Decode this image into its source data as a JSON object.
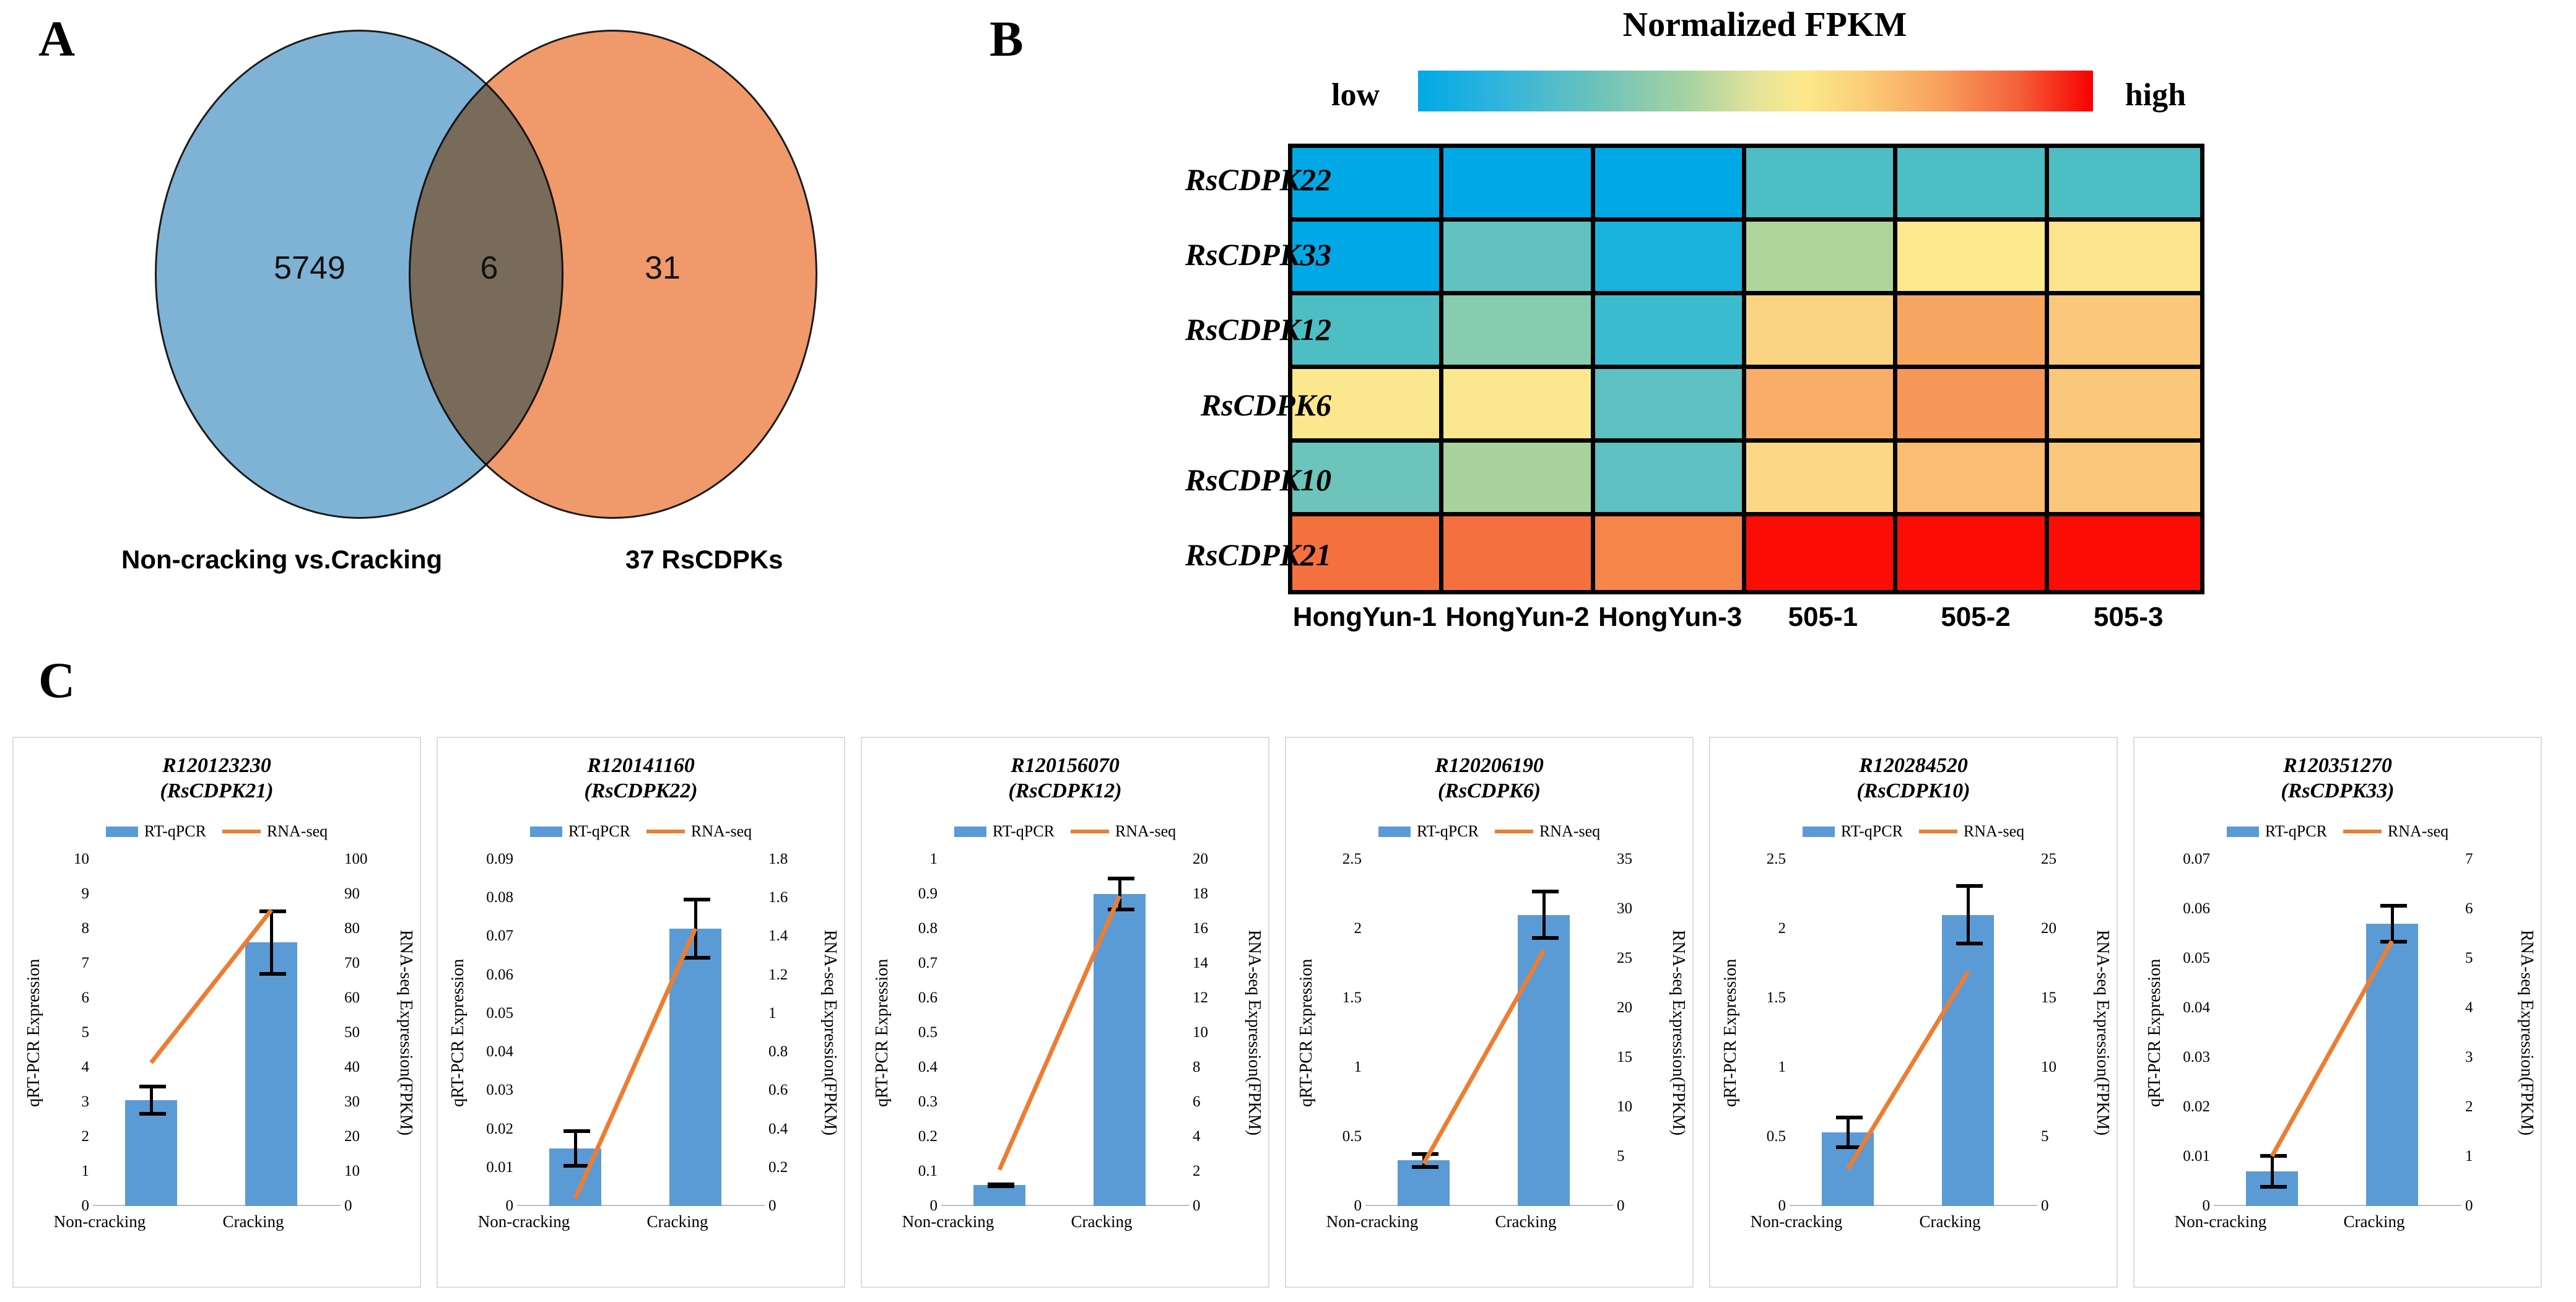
{
  "panels": {
    "a_letter": "A",
    "b_letter": "B",
    "c_letter": "C"
  },
  "panel_a": {
    "type": "venn",
    "left_only": "5749",
    "intersection": "6",
    "right_only": "31",
    "left_caption": "Non-cracking vs.Cracking",
    "right_caption": "37 RsCDPKs",
    "colors": {
      "left": "#7fb3d5",
      "right": "#f0996b",
      "overlap": "#c0805e",
      "outline": "#1b1b1b"
    }
  },
  "panel_b": {
    "title": "Normalized FPKM",
    "legend_low": "low",
    "legend_high": "high",
    "colorbar": [
      "#00a9e6",
      "#6ec3bb",
      "#a6d3a2",
      "#fde98c",
      "#f8a25e",
      "#f80000"
    ],
    "row_labels": [
      "RsCDPK22",
      "RsCDPK33",
      "RsCDPK12",
      "RsCDPK6",
      "RsCDPK10",
      "RsCDPK21"
    ],
    "col_labels": [
      "HongYun-1",
      "HongYun-2",
      "HongYun-3",
      "505-1",
      "505-2",
      "505-3"
    ],
    "cell_colors": [
      [
        "#00a9e6",
        "#00a9e6",
        "#00a9e6",
        "#4dbfc4",
        "#4dbfc4",
        "#4dbfc4"
      ],
      [
        "#00a9e6",
        "#62c2c0",
        "#1ab3dd",
        "#aed49b",
        "#fce88d",
        "#fbe48b"
      ],
      [
        "#4dbfc4",
        "#86ccae",
        "#3bbcce",
        "#fbd483",
        "#f7a661",
        "#fbc87b"
      ],
      [
        "#fbe78d",
        "#fbe78d",
        "#5ec0c1",
        "#f8ad68",
        "#f59758",
        "#fbc77a"
      ],
      [
        "#6dc4bb",
        "#a9d29c",
        "#5ec0c1",
        "#fcd886",
        "#f9bd74",
        "#fbc87b"
      ],
      [
        "#f4713f",
        "#f4713f",
        "#f68549",
        "#fb0d06",
        "#fb0d06",
        "#fb0d06"
      ]
    ]
  },
  "chart_data": [
    {
      "type": "bar",
      "title_line1": "R120123230",
      "title_line2": "(RsCDPK21)",
      "legend": [
        "RT-qPCR",
        "RNA-seq"
      ],
      "categories": [
        "Non-cracking",
        "Cracking"
      ],
      "ylabel": "qRT-PCR Expression",
      "y2label": "RNA-seq Expression(FPKM)",
      "ylim": [
        0,
        10
      ],
      "yticks": [
        "0",
        "1",
        "2",
        "3",
        "4",
        "5",
        "6",
        "7",
        "8",
        "9",
        "10"
      ],
      "y2lim": [
        0,
        100
      ],
      "y2ticks": [
        "0",
        "10",
        "20",
        "30",
        "40",
        "50",
        "60",
        "70",
        "80",
        "90",
        "100"
      ],
      "bar_values": [
        3.05,
        7.6
      ],
      "bar_errors": [
        0.45,
        0.95
      ],
      "line_values": [
        42,
        86
      ],
      "bar_color": "#5b9bd5",
      "line_color": "#ed7d31"
    },
    {
      "type": "bar",
      "title_line1": "R120141160",
      "title_line2": "(RsCDPK22)",
      "legend": [
        "RT-qPCR",
        "RNA-seq"
      ],
      "categories": [
        "Non-cracking",
        "Cracking"
      ],
      "ylabel": "qRT-PCR Expression",
      "y2label": "RNA-seq Expression(FPKM)",
      "ylim": [
        0,
        0.09
      ],
      "yticks": [
        "0",
        "0.01",
        "0.02",
        "0.03",
        "0.04",
        "0.05",
        "0.06",
        "0.07",
        "0.08",
        "0.09"
      ],
      "y2lim": [
        0,
        1.8
      ],
      "y2ticks": [
        "0",
        "0.2",
        "0.4",
        "0.6",
        "0.8",
        "1",
        "1.2",
        "1.4",
        "1.6",
        "1.8"
      ],
      "bar_values": [
        0.015,
        0.072
      ],
      "bar_errors": [
        0.005,
        0.008
      ],
      "line_values": [
        0.05,
        1.45
      ],
      "bar_color": "#5b9bd5",
      "line_color": "#ed7d31"
    },
    {
      "type": "bar",
      "title_line1": "R120156070",
      "title_line2": "(RsCDPK12)",
      "legend": [
        "RT-qPCR",
        "RNA-seq"
      ],
      "categories": [
        "Non-cracking",
        "Cracking"
      ],
      "ylabel": "qRT-PCR Expression",
      "y2label": "RNA-seq Expression(FPKM)",
      "ylim": [
        0,
        1
      ],
      "yticks": [
        "0",
        "0.1",
        "0.2",
        "0.3",
        "0.4",
        "0.5",
        "0.6",
        "0.7",
        "0.8",
        "0.9",
        "1"
      ],
      "y2lim": [
        0,
        20
      ],
      "y2ticks": [
        "0",
        "2",
        "4",
        "6",
        "8",
        "10",
        "12",
        "14",
        "16",
        "18",
        "20"
      ],
      "bar_values": [
        0.06,
        0.9
      ],
      "bar_errors": [
        0.008,
        0.05
      ],
      "line_values": [
        2.2,
        18.0
      ],
      "bar_color": "#5b9bd5",
      "line_color": "#ed7d31"
    },
    {
      "type": "bar",
      "title_line1": "R120206190",
      "title_line2": "(RsCDPK6)",
      "legend": [
        "RT-qPCR",
        "RNA-seq"
      ],
      "categories": [
        "Non-cracking",
        "Cracking"
      ],
      "ylabel": "qRT-PCR Expression",
      "y2label": "RNA-seq Expression(FPKM)",
      "ylim": [
        0,
        2.5
      ],
      "yticks": [
        "0",
        "0.5",
        "1",
        "1.5",
        "2",
        "2.5"
      ],
      "y2lim": [
        0,
        35
      ],
      "y2ticks": [
        "0",
        "5",
        "10",
        "15",
        "20",
        "25",
        "30",
        "35"
      ],
      "bar_values": [
        0.33,
        2.1
      ],
      "bar_errors": [
        0.06,
        0.18
      ],
      "line_values": [
        4.5,
        26.0
      ],
      "bar_color": "#5b9bd5",
      "line_color": "#ed7d31"
    },
    {
      "type": "bar",
      "title_line1": "R120284520",
      "title_line2": "(RsCDPK10)",
      "legend": [
        "RT-qPCR",
        "RNA-seq"
      ],
      "categories": [
        "Non-cracking",
        "Cracking"
      ],
      "ylabel": "qRT-PCR Expression",
      "y2label": "RNA-seq Expression(FPKM)",
      "ylim": [
        0,
        2.5
      ],
      "yticks": [
        "0",
        "0.5",
        "1",
        "1.5",
        "2",
        "2.5"
      ],
      "y2lim": [
        0,
        25
      ],
      "y2ticks": [
        "0",
        "5",
        "10",
        "15",
        "20",
        "25"
      ],
      "bar_values": [
        0.53,
        2.1
      ],
      "bar_errors": [
        0.12,
        0.22
      ],
      "line_values": [
        2.8,
        17.0
      ],
      "bar_color": "#5b9bd5",
      "line_color": "#ed7d31"
    },
    {
      "type": "bar",
      "title_line1": "R120351270",
      "title_line2": "(RsCDPK33)",
      "legend": [
        "RT-qPCR",
        "RNA-seq"
      ],
      "categories": [
        "Non-cracking",
        "Cracking"
      ],
      "ylabel": "qRT-PCR Expression",
      "y2label": "RNA-seq Expression(FPKM)",
      "ylim": [
        0,
        0.07
      ],
      "yticks": [
        "0",
        "0.01",
        "0.02",
        "0.03",
        "0.04",
        "0.05",
        "0.06",
        "0.07"
      ],
      "y2lim": [
        0,
        7
      ],
      "y2ticks": [
        "0",
        "1",
        "2",
        "3",
        "4",
        "5",
        "6",
        "7"
      ],
      "bar_values": [
        0.007,
        0.057
      ],
      "bar_errors": [
        0.0035,
        0.004
      ],
      "line_values": [
        1.05,
        5.4
      ],
      "bar_color": "#5b9bd5",
      "line_color": "#ed7d31"
    }
  ]
}
